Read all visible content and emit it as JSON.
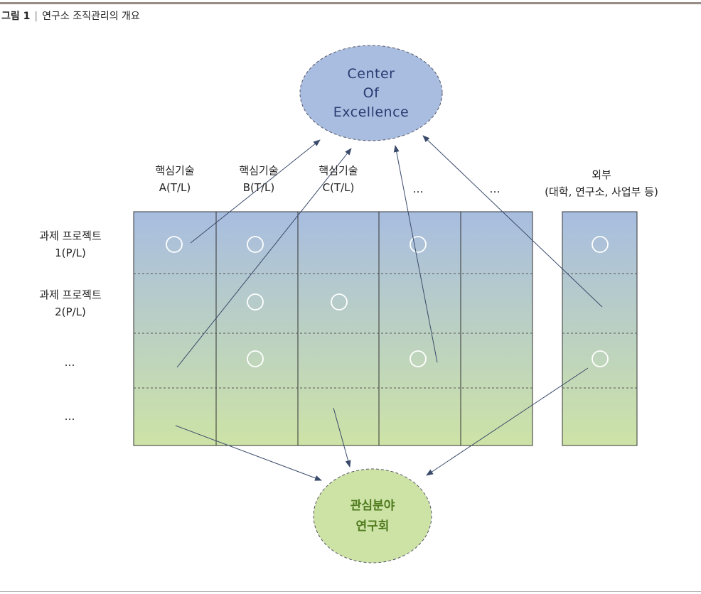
{
  "caption": {
    "figure_no": "그림 1",
    "title": "연구소 조직관리의 개요"
  },
  "center_ellipse": {
    "text": "Center\nOf\nExcellence",
    "fill": "#a8bde0",
    "text_color": "#2a3b70"
  },
  "interest_ellipse": {
    "text": "관심분야\n연구회",
    "fill": "#cde3a6",
    "text_color": "#4f7a1e"
  },
  "column_headers": [
    "핵심기술\nA(T/L)",
    "핵심기술\nB(T/L)",
    "핵심기술\nC(T/L)",
    "…",
    "…",
    "외부\n(대학, 연구소, 사업부 등)"
  ],
  "row_headers": [
    "과제 프로젝트\n1(P/L)",
    "과제 프로젝트\n2(P/L)",
    "…",
    "…"
  ],
  "grid_colors": {
    "top": "#a8bde0",
    "bottom": "#cde3a6",
    "line": "#333333",
    "arrow": "#3a4a6a"
  }
}
